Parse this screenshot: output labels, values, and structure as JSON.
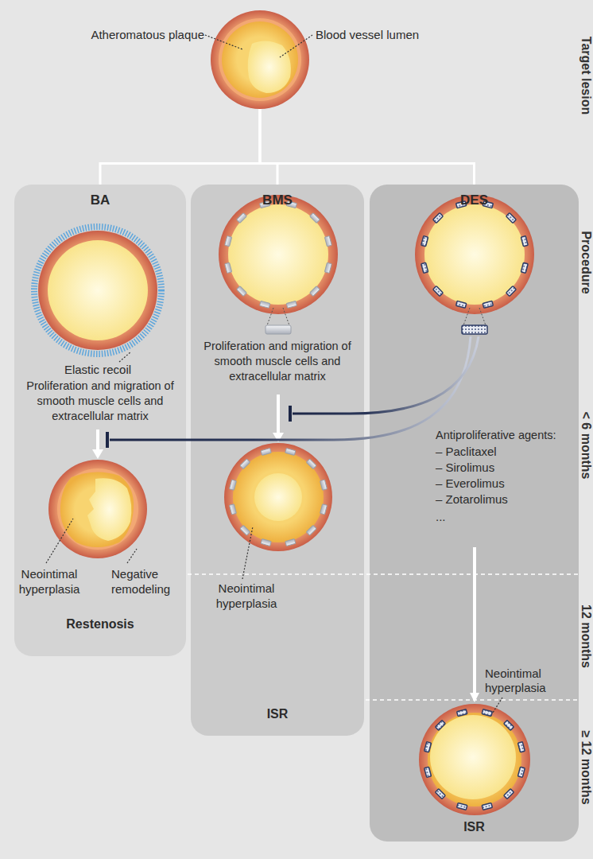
{
  "diagram": {
    "nodes": [
      {
        "text": [
          "Atheromatous plaque",
          "Blood vessel lumen"
        ]
      },
      {
        "text": [
          "BA",
          "Restenosis"
        ]
      },
      {
        "text": [
          "BMS",
          "ISR"
        ]
      },
      {
        "text": [
          "DES",
          "ISR"
        ]
      }
    ],
    "edges": [
      {
        "from": 0,
        "to": 1,
        "arrow": "none"
      },
      {
        "from": 0,
        "to": 2,
        "arrow": "none"
      },
      {
        "from": 0,
        "to": 3,
        "arrow": "none"
      }
    ],
    "labels": [
      "Elastic recoil",
      "Proliferation and migration of smooth muscle cells and extracellular matrix",
      "Neointimal hyperplasia",
      "Negative remodeling",
      "Proliferation and migration of smooth muscle cells and extracellular matrix",
      "Neointimal hyperplasia",
      "Antiproliferative agents:",
      "– Paclitaxel",
      "– Sirolimus",
      "– Everolimus",
      "– Zotarolimus",
      "...",
      "Neointimal hyperplasia",
      "Target lesion",
      "Procedure",
      "< 6 months",
      "12 months",
      "≥ 12 months"
    ]
  }
}
